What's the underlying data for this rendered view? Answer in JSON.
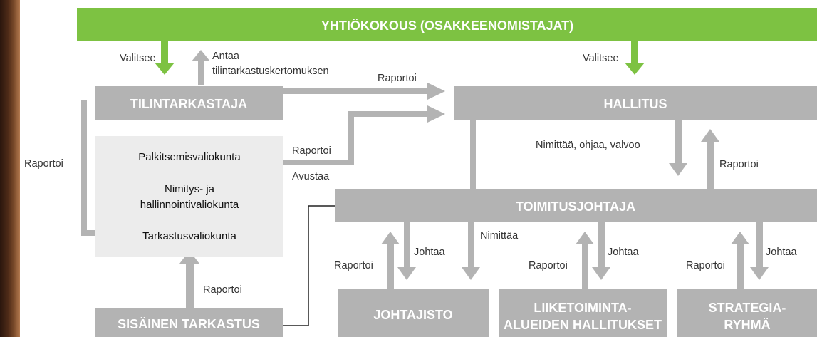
{
  "colors": {
    "green": "#7dc242",
    "gray": "#b3b3b3",
    "light": "#ececec",
    "arrow_gray": "#b3b3b3",
    "line": "#222222"
  },
  "boxes": {
    "shareholders": "YHTIÖKOKOUS (OSAKKEENOMISTAJAT)",
    "auditor": "TILINTARKASTAJA",
    "board": "HALLITUS",
    "ceo": "TOIMITUSJOHTAJA",
    "internal_audit": "SISÄINEN TARKASTUS",
    "management": "JOHTAJISTO",
    "business_line1": "LIIKETOIMINTA-",
    "business_line2": "ALUEIDEN HALLITUKSET",
    "strategy_line1": "STRATEGIA-",
    "strategy_line2": "RYHMÄ"
  },
  "committees": {
    "remuneration": "Palkitsemisvaliokunta",
    "nomination_line1": "Nimitys- ja",
    "nomination_line2": "hallinnointivaliokunta",
    "audit": "Tarkastusvaliokunta"
  },
  "labels": {
    "elects_auditor": "Valitsee",
    "gives_report_line1": "Antaa",
    "gives_report_line2": "tilintarkastuskertomuksen",
    "elects_board": "Valitsee",
    "auditor_reports_board": "Raportoi",
    "auditor_reports_left": "Raportoi",
    "committees_report": "Raportoi",
    "assists": "Avustaa",
    "board_appoints": "Nimittää, ohjaa, valvoo",
    "ceo_reports_board": "Raportoi",
    "internal_reports": "Raportoi",
    "mgmt_reports": "Raportoi",
    "mgmt_leads": "Johtaa",
    "appoints": "Nimittää",
    "business_reports": "Raportoi",
    "business_leads": "Johtaa",
    "strategy_reports": "Raportoi",
    "strategy_leads": "Johtaa"
  }
}
